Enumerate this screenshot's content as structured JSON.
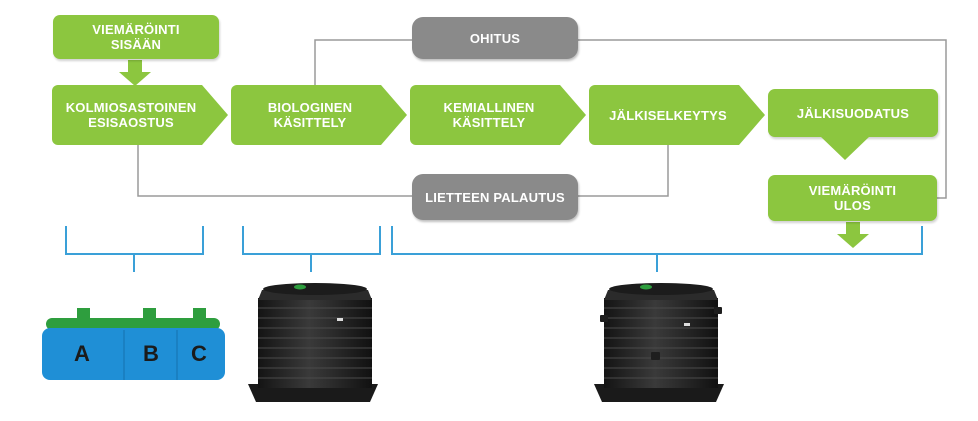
{
  "diagram": {
    "nodes": {
      "inlet": "VIEMÄRÖINTI\nSISÄÄN",
      "bypass": "OHITUS",
      "pretreatment": "KOLMIOSASTOINEN\nESISAOSTUS",
      "biological": "BIOLOGINEN\nKÄSITTELY",
      "chemical": "KEMIALLINEN\nKÄSITTELY",
      "post_settling": "JÄLKISELKEYTYS",
      "post_filtration": "JÄLKISUODATUS",
      "sludge_return": "LIETTEEN PALAUTUS",
      "outlet": "VIEMÄRÖINTI\nULOS"
    },
    "tank_sections": [
      "A",
      "B",
      "C"
    ],
    "colors": {
      "process_green": "#8cc63f",
      "control_gray": "#8a8a8a",
      "bracket_blue": "#3aa0d8",
      "tank_blue": "#1f8fd6",
      "lid_green": "#2e9e3e",
      "tank_black": "#262626"
    }
  }
}
